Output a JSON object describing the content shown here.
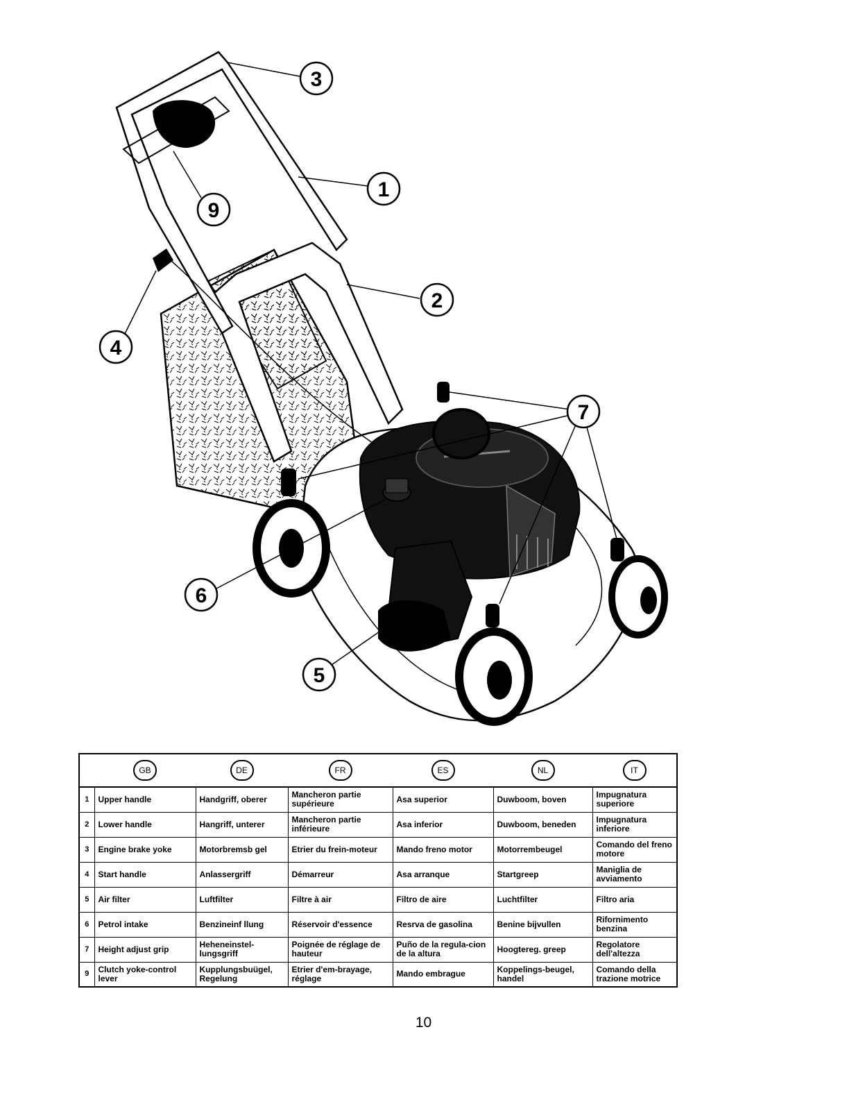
{
  "callouts": [
    "1",
    "2",
    "3",
    "4",
    "5",
    "6",
    "7",
    "9"
  ],
  "table": {
    "languages": [
      "GB",
      "DE",
      "FR",
      "ES",
      "NL",
      "IT"
    ],
    "rows": [
      {
        "num": "1",
        "cells": [
          "Upper handle",
          "Handgriff, oberer",
          "Mancheron partie supérieure",
          "Asa superior",
          "Duwboom, boven",
          "Impugnatura superiore"
        ]
      },
      {
        "num": "2",
        "cells": [
          "Lower handle",
          "Hangriff, unterer",
          "Mancheron partie inférieure",
          "Asa inferior",
          "Duwboom, beneden",
          "Impugnatura inferiore"
        ]
      },
      {
        "num": "3",
        "cells": [
          "Engine brake yoke",
          "Motorbremsb gel",
          "Etrier du frein-moteur",
          "Mando freno motor",
          "Motorrembeugel",
          "Comando del freno motore"
        ]
      },
      {
        "num": "4",
        "cells": [
          "Start handle",
          "Anlassergriff",
          "Démarreur",
          "Asa arranque",
          "Startgreep",
          "Maniglia de avviamento"
        ]
      },
      {
        "num": "5",
        "cells": [
          "Air filter",
          "Luftfilter",
          "Filtre à air",
          "Filtro de aire",
          "Luchtfilter",
          "Filtro aria"
        ]
      },
      {
        "num": "6",
        "cells": [
          "Petrol intake",
          "Benzineinf llung",
          "Réservoir d'essence",
          "Resrva de gasolina",
          "Benine bijvullen",
          "Rifornimento benzina"
        ]
      },
      {
        "num": "7",
        "cells": [
          "Height adjust grip",
          "Heheneinstel-lungsgriff",
          "Poignée de réglage de hauteur",
          "Puño de la regula-cion de la altura",
          "Hoogtereg. greep",
          "Regolatore dell'altezza"
        ]
      },
      {
        "num": "9",
        "cells": [
          "Clutch yoke-control lever",
          "Kupplungsbuügel, Regelung",
          "Etrier d'em-brayage, réglage",
          "Mando embrague",
          "Koppelings-beugel, handel",
          "Comando della trazione motrice"
        ]
      }
    ]
  },
  "page_number": "10"
}
